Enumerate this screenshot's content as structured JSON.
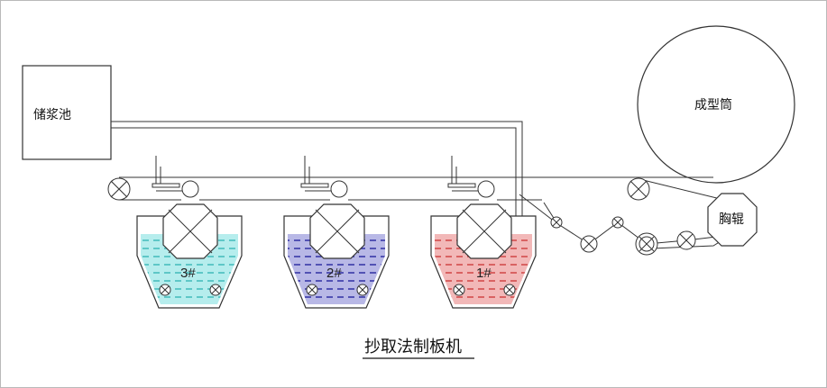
{
  "diagram": {
    "storage_tank_label": "储浆池",
    "forming_cylinder_label": "成型筒",
    "breast_roll_label": "胸辊",
    "caption": "抄取法制板机",
    "vats": [
      {
        "label": "3#",
        "fill_color": "#b6eded",
        "line_color": "#2fb3b3"
      },
      {
        "label": "2#",
        "fill_color": "#b8b8e6",
        "line_color": "#1c1c9a"
      },
      {
        "label": "1#",
        "fill_color": "#f2b8b8",
        "line_color": "#cc3333"
      }
    ]
  }
}
